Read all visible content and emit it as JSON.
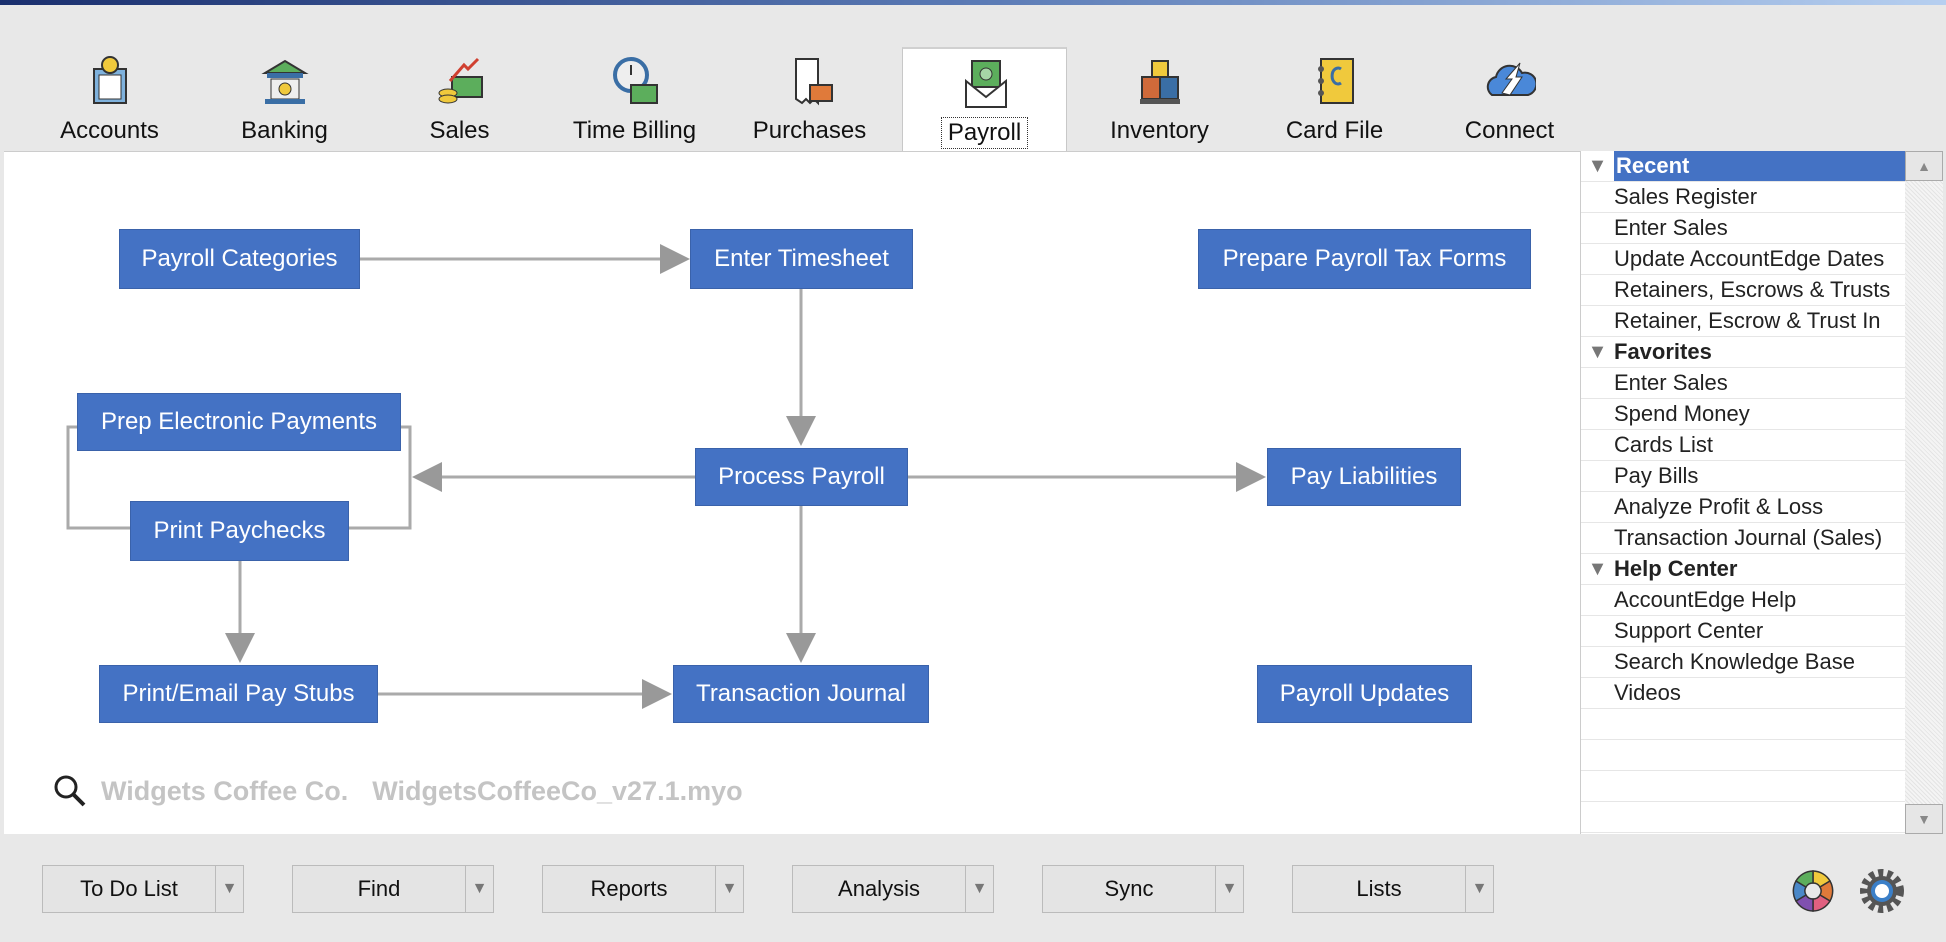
{
  "tabs": [
    "Accounts",
    "Banking",
    "Sales",
    "Time Billing",
    "Purchases",
    "Payroll",
    "Inventory",
    "Card File",
    "Connect"
  ],
  "active_tab": "Payroll",
  "flow": {
    "payroll_categories": "Payroll Categories",
    "enter_timesheet": "Enter Timesheet",
    "prepare_tax_forms": "Prepare Payroll Tax Forms",
    "prep_electronic_payments": "Prep Electronic Payments",
    "process_payroll": "Process Payroll",
    "pay_liabilities": "Pay Liabilities",
    "print_paychecks": "Print Paychecks",
    "print_email_pay_stubs": "Print/Email Pay Stubs",
    "transaction_journal": "Transaction Journal",
    "payroll_updates": "Payroll Updates"
  },
  "footer": {
    "company": "Widgets Coffee Co.",
    "file": "WidgetsCoffeeCo_v27.1.myo"
  },
  "sidebar": {
    "recent": {
      "title": "Recent",
      "items": [
        "Sales Register",
        "Enter Sales",
        "Update AccountEdge Dates",
        "Retainers, Escrows & Trusts",
        "Retainer, Escrow & Trust In"
      ]
    },
    "favorites": {
      "title": "Favorites",
      "items": [
        "Enter Sales",
        "Spend Money",
        "Cards List",
        "Pay Bills",
        "Analyze Profit & Loss",
        "Transaction Journal (Sales)"
      ]
    },
    "help": {
      "title": "Help Center",
      "items": [
        "AccountEdge Help",
        "Support Center",
        "Search Knowledge Base",
        "Videos"
      ]
    }
  },
  "bottom_buttons": [
    "To Do List",
    "Find",
    "Reports",
    "Analysis",
    "Sync",
    "Lists"
  ],
  "colors": {
    "accent": "#4472c4",
    "connector": "#a6a6a6"
  }
}
